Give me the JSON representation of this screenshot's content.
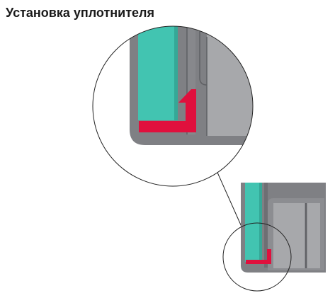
{
  "title": "Установка уплотнителя",
  "colors": {
    "glass": "#42c4b1",
    "glass_edge": "#35a897",
    "seal": "#e0103d",
    "frame": "#7f8084",
    "frame_inner": "#a7a8ab",
    "frame_dark": "#55565a",
    "callout_line": "#222222",
    "background": "#ffffff"
  },
  "icons": {
    "magnifier": "magnifier-circle",
    "detail_focus": "focus-circle"
  }
}
